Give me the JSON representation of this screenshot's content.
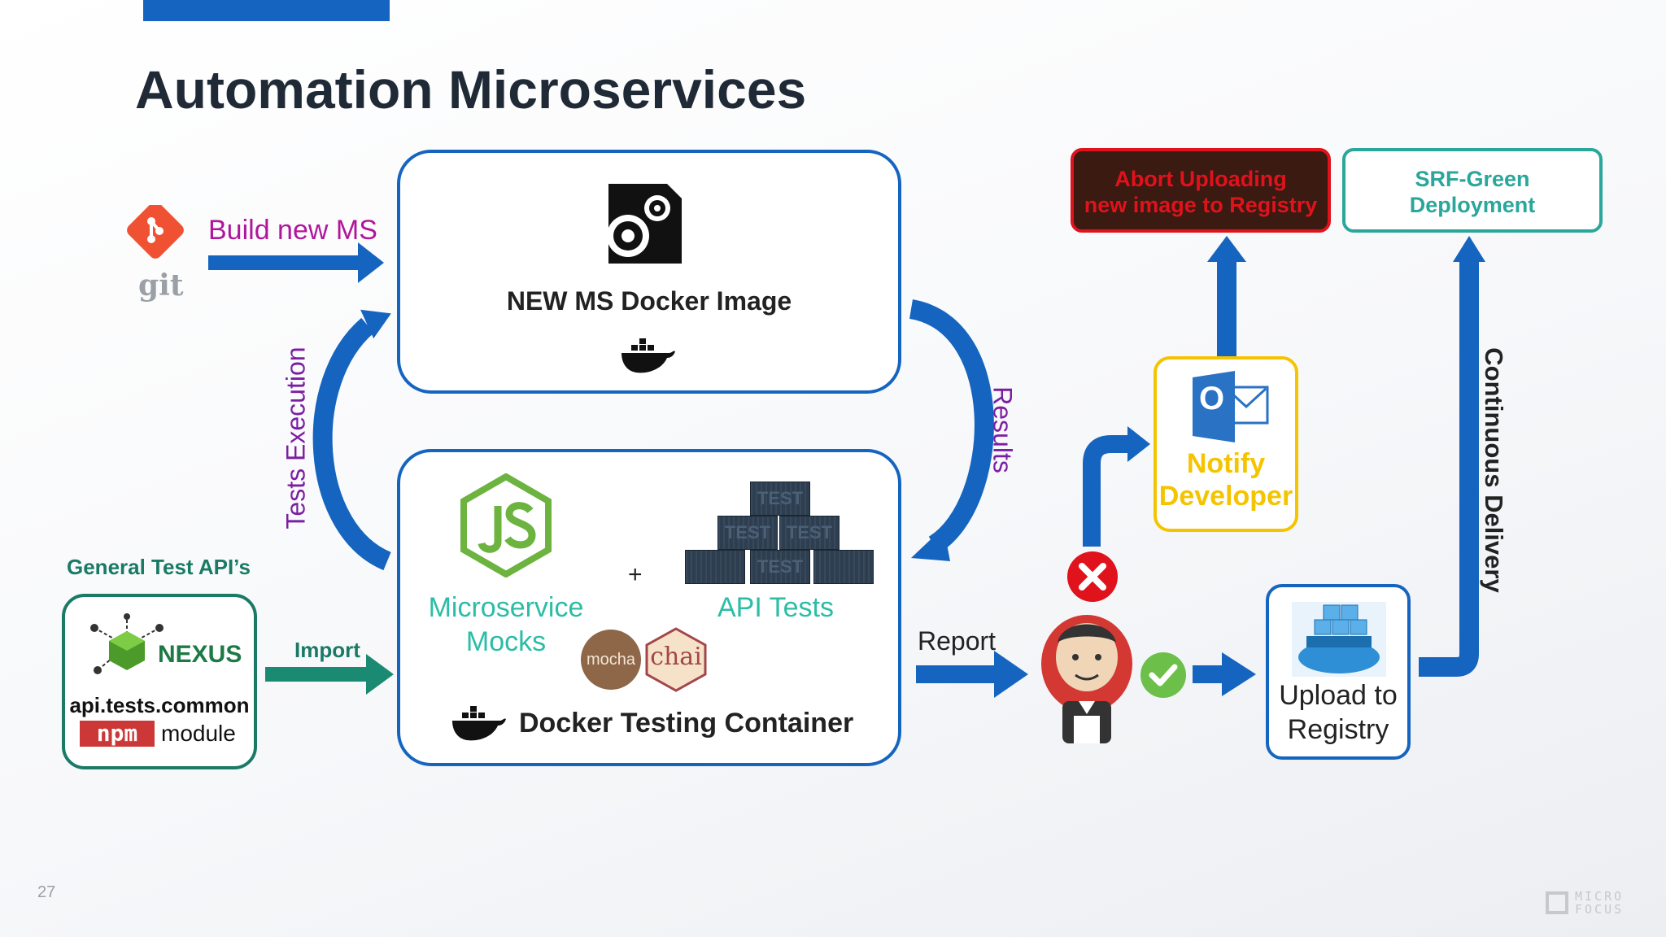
{
  "slide": {
    "title": "Automation Microservices",
    "page_number": "27"
  },
  "git": {
    "logo_text": "git",
    "arrow_label": "Build new MS"
  },
  "docker_image_box": {
    "label": "NEW MS Docker Image"
  },
  "testing_box": {
    "mocks_label_line1": "Microservice",
    "mocks_label_line2": "Mocks",
    "plus": "+",
    "api_tests_label": "API Tests",
    "mocha_text": "mocha",
    "chai_text": "chai",
    "container_label": "Docker Testing Container",
    "test_brick_text": "TEST"
  },
  "nexus_box": {
    "heading": "General Test API’s",
    "nexus_text": "NEXUS",
    "module_name": "api.tests.common",
    "npm_text": "npm",
    "module_word": "module",
    "arrow_label": "Import"
  },
  "flow": {
    "tests_execution": "Tests Execution",
    "results": "Results",
    "report": "Report",
    "continuous_delivery": "Continuous Delivery"
  },
  "abort_box": {
    "line1": "Abort Uploading",
    "line2": "new image to Registry"
  },
  "srf_box": {
    "line1": "SRF-Green",
    "line2": "Deployment"
  },
  "notify_box": {
    "line1": "Notify",
    "line2": "Developer",
    "outlook_letter": "O"
  },
  "upload_box": {
    "line1": "Upload to",
    "line2": "Registry"
  },
  "brand": {
    "line1": "MICRO",
    "line2": "FOCUS"
  },
  "colors": {
    "primary_blue": "#1565c0",
    "teal": "#1a7a66",
    "purple": "#7b1fa2",
    "magenta": "#b0169c",
    "yellow": "#f5c400",
    "abort_bg": "#3b1a12",
    "abort_red": "#e0121b",
    "srf_teal": "#2aa79a",
    "js_green": "#6cb33f",
    "nexus_green": "#1e7a45",
    "git_orange": "#f05133"
  }
}
